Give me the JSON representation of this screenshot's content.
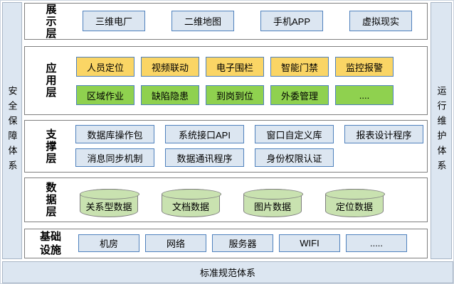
{
  "pillars": {
    "left": "安全保障体系",
    "right": "运行维护体系"
  },
  "bottom_bar": {
    "label": "标准规范体系"
  },
  "colors": {
    "light_blue_fill": "#DCE6F1",
    "amber_fill": "#FAD565",
    "green_fill": "#8FD14F",
    "cylinder_green_fill": "#C9E2B0",
    "box_border_blue": "#4F81BD",
    "section_border_gray": "#7F7F7F"
  },
  "layers": [
    {
      "label": "展示层",
      "rows": [
        [
          "三维电厂",
          "二维地图",
          "手机APP",
          "虚拟现实"
        ]
      ]
    },
    {
      "label": "应用层",
      "rows": [
        [
          "人员定位",
          "视频联动",
          "电子围栏",
          "智能门禁",
          "监控报警"
        ],
        [
          "区域作业",
          "缺陷隐患",
          "到岗到位",
          "外委管理",
          "...."
        ]
      ]
    },
    {
      "label": "支撑层",
      "rows": [
        [
          "数据库操作包",
          "系统接口API",
          "窗口自定义库",
          "报表设计程序"
        ],
        [
          "消息同步机制",
          "数据通讯程序",
          "身份权限认证"
        ]
      ]
    },
    {
      "label": "数据层",
      "rows": [
        [
          "关系型数据",
          "文档数据",
          "图片数据",
          "定位数据"
        ]
      ]
    },
    {
      "label": "基础设施",
      "rows": [
        [
          "机房",
          "网络",
          "服务器",
          "WIFI",
          "....."
        ]
      ]
    }
  ]
}
